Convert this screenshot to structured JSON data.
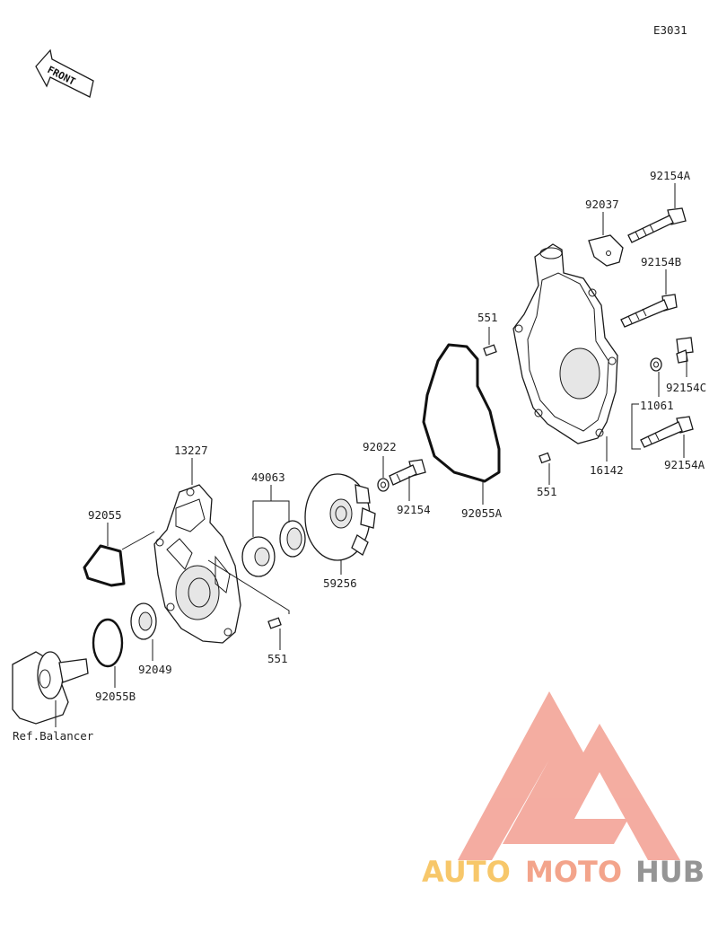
{
  "diagram_code": "E3031",
  "front_badge": "FRONT",
  "watermark": {
    "word_auto": "AUTO",
    "word_moto": "MOTO",
    "word_hub": "HUB",
    "colors": {
      "auto": "#f7c25a",
      "moto": "#f29b7f",
      "hub": "#8a8a8a",
      "triangle": "#f3a497"
    }
  },
  "labels": {
    "p92154A_top": "92154A",
    "p92037": "92037",
    "p92154B": "92154B",
    "p551_top": "551",
    "p92154C": "92154C",
    "p11061": "11061",
    "p92154A_bottom": "92154A",
    "p16142": "16142",
    "p551_right": "551",
    "p92022": "92022",
    "p92154": "92154",
    "p92055A": "92055A",
    "p13227": "13227",
    "p49063": "49063",
    "p59256": "59256",
    "p92055": "92055",
    "p92049": "92049",
    "p551_bottom": "551",
    "p92055B": "92055B",
    "ref_balancer": "Ref.Balancer"
  }
}
